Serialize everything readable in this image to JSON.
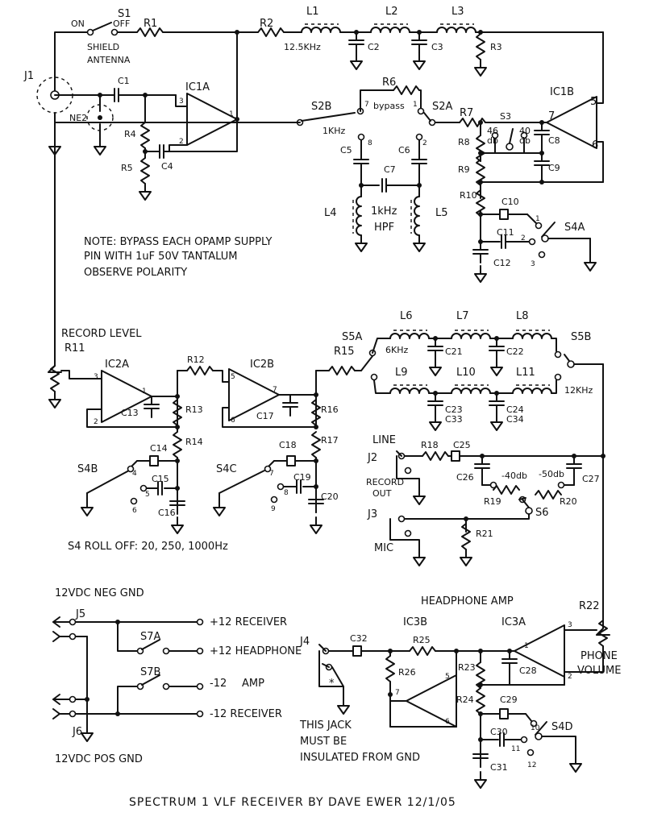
{
  "title": "SPECTRUM 1 VLF RECEIVER BY DAVE EWER 12/1/05",
  "notes": {
    "bypass_1": "NOTE: BYPASS EACH OPAMP SUPPLY",
    "bypass_2": "PIN WITH 1uF 50V TANTALUM",
    "bypass_3": "OBSERVE POLARITY",
    "rolloff": "S4 ROLL OFF: 20, 250, 1000Hz",
    "jack_1": "THIS JACK",
    "jack_2": "MUST BE",
    "jack_3": "INSULATED FROM GND"
  },
  "labels": {
    "on": "ON",
    "off": "OFF",
    "s1": "S1",
    "r1": "R1",
    "r2": "R2",
    "l1": "L1",
    "l2": "L2",
    "l3": "L3",
    "freq_12k5": "12.5KHz",
    "c2": "C2",
    "c3": "C3",
    "r3": "R3",
    "shield": "SHIELD",
    "antenna": "ANTENNA",
    "j1": "J1",
    "ne2": "NE2",
    "c1": "C1",
    "ic1a": "IC1A",
    "r4": "R4",
    "r5": "R5",
    "c4": "C4",
    "r6": "R6",
    "bypass": "bypass",
    "s2b": "S2B",
    "s2a": "S2A",
    "r7": "R7",
    "s3": "S3",
    "db46": "46",
    "db40": "40",
    "db": "db",
    "c8": "C8",
    "ic1b": "IC1B",
    "r8": "R8",
    "r9": "R9",
    "c9": "C9",
    "khz1": "1KHz",
    "c5": "C5",
    "c6": "C6",
    "c7": "C7",
    "l4": "L4",
    "l5": "L5",
    "hpf_1": "1kHz",
    "hpf_2": "HPF",
    "r10": "R10",
    "c10": "C10",
    "c11": "C11",
    "c12": "C12",
    "s4a": "S4A",
    "record_level": "RECORD LEVEL",
    "r11": "R11",
    "ic2a": "IC2A",
    "r12": "R12",
    "ic2b": "IC2B",
    "r13": "R13",
    "c13": "C13",
    "r14": "R14",
    "c14": "C14",
    "c15": "C15",
    "c16": "C16",
    "s4b": "S4B",
    "r16": "R16",
    "c17": "C17",
    "r17": "R17",
    "c18": "C18",
    "c19": "C19",
    "c20": "C20",
    "s4c": "S4C",
    "r15": "R15",
    "s5a": "S5A",
    "s5b": "S5B",
    "khz6": "6KHz",
    "khz12": "12KHz",
    "l6": "L6",
    "l7": "L7",
    "l8": "L8",
    "l9": "L9",
    "l10": "L10",
    "l11": "L11",
    "c21": "C21",
    "c22": "C22",
    "c23": "C23",
    "c33": "C33",
    "c24": "C24",
    "c34": "C34",
    "line": "LINE",
    "j2": "J2",
    "r18": "R18",
    "c25": "C25",
    "record_out_1": "RECORD",
    "record_out_2": "OUT",
    "c26": "C26",
    "minus40": "-40db",
    "minus50": "-50db",
    "c27": "C27",
    "r19": "R19",
    "r20": "R20",
    "s6": "S6",
    "j3": "J3",
    "r21": "R21",
    "mic": "MIC",
    "v12_neg": "12VDC NEG GND",
    "v12_pos": "12VDC POS GND",
    "j5": "J5",
    "j6": "J6",
    "s7a": "S7A",
    "s7b": "S7B",
    "p12_rx": "+12 RECEIVER",
    "p12_hp": "+12 HEADPHONE",
    "m12": "-12",
    "amp": "AMP",
    "m12_rx": "-12 RECEIVER",
    "headphone_amp": "HEADPHONE AMP",
    "ic3b": "IC3B",
    "ic3a": "IC3A",
    "r22": "R22",
    "j4": "J4",
    "c32": "C32",
    "r25": "R25",
    "r26": "R26",
    "r23": "R23",
    "c28": "C28",
    "phone_1": "PHONE",
    "phone_2": "VOLUME",
    "r24": "R24",
    "c29": "C29",
    "c30": "C30",
    "c31": "C31",
    "s4d": "S4D",
    "star": "*"
  },
  "pins": {
    "p1": "1",
    "p2": "2",
    "p3": "3",
    "p5": "5",
    "p6": "6",
    "p7": "7",
    "p8": "8",
    "p9": "9",
    "p10": "10",
    "p11": "11",
    "p12": "12",
    "p4": "4"
  }
}
